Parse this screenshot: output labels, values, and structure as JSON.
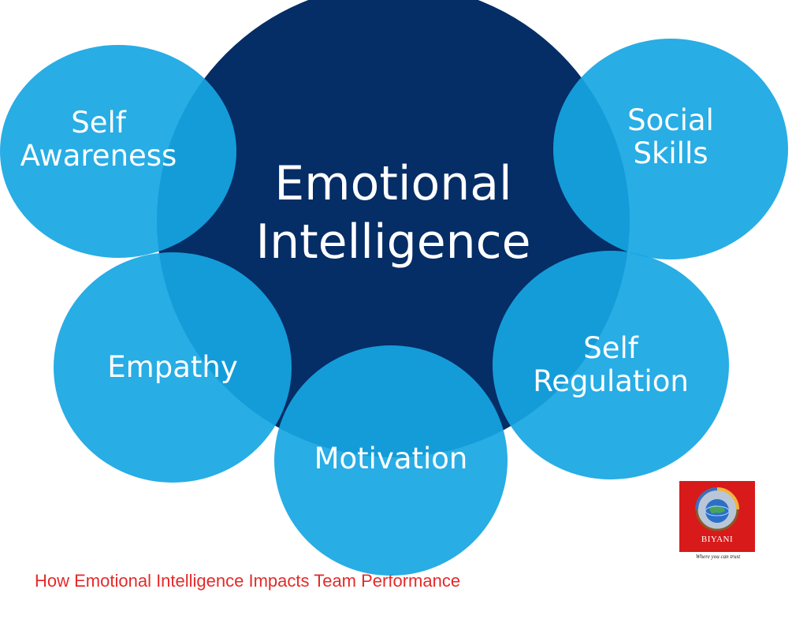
{
  "diagram": {
    "center": {
      "line1": "Emotional",
      "line2": "Intelligence"
    },
    "nodes": {
      "self_awareness": {
        "line1": "Self",
        "line2": "Awareness"
      },
      "social_skills": {
        "line1": "Social",
        "line2": "Skills"
      },
      "empathy": {
        "line1": "Empathy"
      },
      "self_regulation": {
        "line1": "Self",
        "line2": "Regulation"
      },
      "motivation": {
        "line1": "Motivation"
      }
    },
    "colors": {
      "center": "#052d66",
      "outer": "#16a6e3",
      "text": "#ffffff"
    }
  },
  "caption": "How Emotional Intelligence Impacts Team Performance",
  "logo": {
    "name": "BIYANI",
    "tagline": "Where you can trust",
    "background": "#d81a1a"
  }
}
